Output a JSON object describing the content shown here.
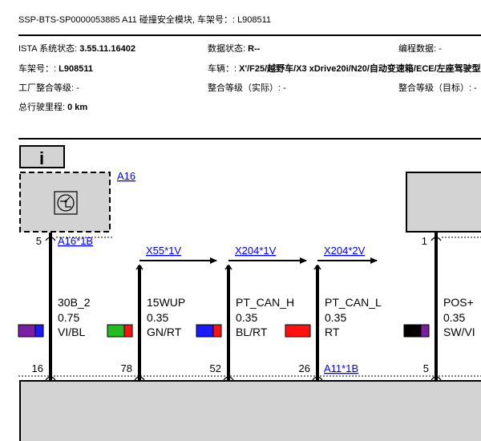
{
  "header": {
    "title": "SSP-BTS-SP0000053885 A11 碰撞安全模块, 车架号：: L908511"
  },
  "info": {
    "ista_label": "ISTA 系统状态:",
    "ista_value": "3.55.11.16402",
    "data_status_label": "数据状态:",
    "data_status_value": "R--",
    "programming_label": "编程数据: -",
    "vin_label": "车架号：:",
    "vin_value": "L908511",
    "vehicle_label": "车辆：:",
    "vehicle_value": "X'/F25/越野车/X3 xDrive20i/N20/自动变速箱/ECE/左座驾驶型",
    "factory_level": "工厂整合等级: -",
    "actual_level": "整合等级（实际）: -",
    "target_level": "整合等级（目标）: -",
    "mileage_label": "总行驶里程:",
    "mileage_value": "0 km"
  },
  "diagram": {
    "info_symbol": "i",
    "component_a16": "A16",
    "a16_connector": "A16*1B",
    "a11_connector": "A11*1B",
    "wires": [
      {
        "signal": "30B_2",
        "gauge": "0.75",
        "color_code": "VI/BL",
        "pin_top": "5",
        "pin_bottom": "16",
        "swatch": [
          "#7b1fa2",
          "#1a1aff"
        ]
      },
      {
        "signal": "15WUP",
        "gauge": "0.35",
        "color_code": "GN/RT",
        "pin_top": "",
        "pin_bottom": "78",
        "swatch": [
          "#22bb22",
          "#ff1111"
        ],
        "connector": "X55*1V"
      },
      {
        "signal": "PT_CAN_H",
        "gauge": "0.35",
        "color_code": "BL/RT",
        "pin_top": "",
        "pin_bottom": "52",
        "swatch": [
          "#1a1aff",
          "#ff1111"
        ],
        "connector": "X204*1V"
      },
      {
        "signal": "PT_CAN_L",
        "gauge": "0.35",
        "color_code": "RT",
        "pin_top": "",
        "pin_bottom": "26",
        "swatch": [
          "#ff1111",
          "#ff1111"
        ],
        "connector": "X204*2V"
      },
      {
        "signal": "POS+",
        "gauge": "0.35",
        "color_code": "SW/VI",
        "pin_top": "1",
        "pin_bottom": "5",
        "swatch": [
          "#000000",
          "#7b1fa2"
        ]
      }
    ]
  }
}
